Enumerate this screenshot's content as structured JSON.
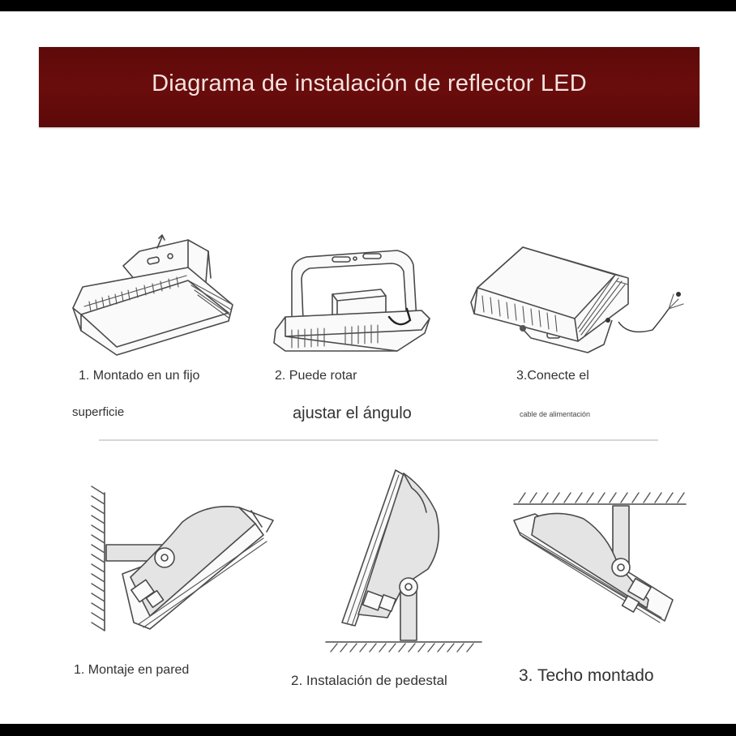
{
  "header": {
    "title": "Diagrama de instalación de reflector LED",
    "background_color": "#640b0b",
    "text_color": "#f3e3e0"
  },
  "steps": [
    {
      "figure": "surface-mount-illustration",
      "line1": "1. Montado en un fijo",
      "line2": "superficie"
    },
    {
      "figure": "rotate-angle-illustration",
      "line1": "2. Puede rotar",
      "line2": "ajustar el ángulo"
    },
    {
      "figure": "power-cable-illustration",
      "line1": "3.Conecte el",
      "line2": "cable de alimentación"
    }
  ],
  "mounting": [
    {
      "figure": "wall-mount-illustration",
      "label": "1. Montaje en pared"
    },
    {
      "figure": "pedestal-mount-illustration",
      "label": "2. Instalación de pedestal"
    },
    {
      "figure": "ceiling-mount-illustration",
      "label": "3. Techo montado"
    }
  ]
}
